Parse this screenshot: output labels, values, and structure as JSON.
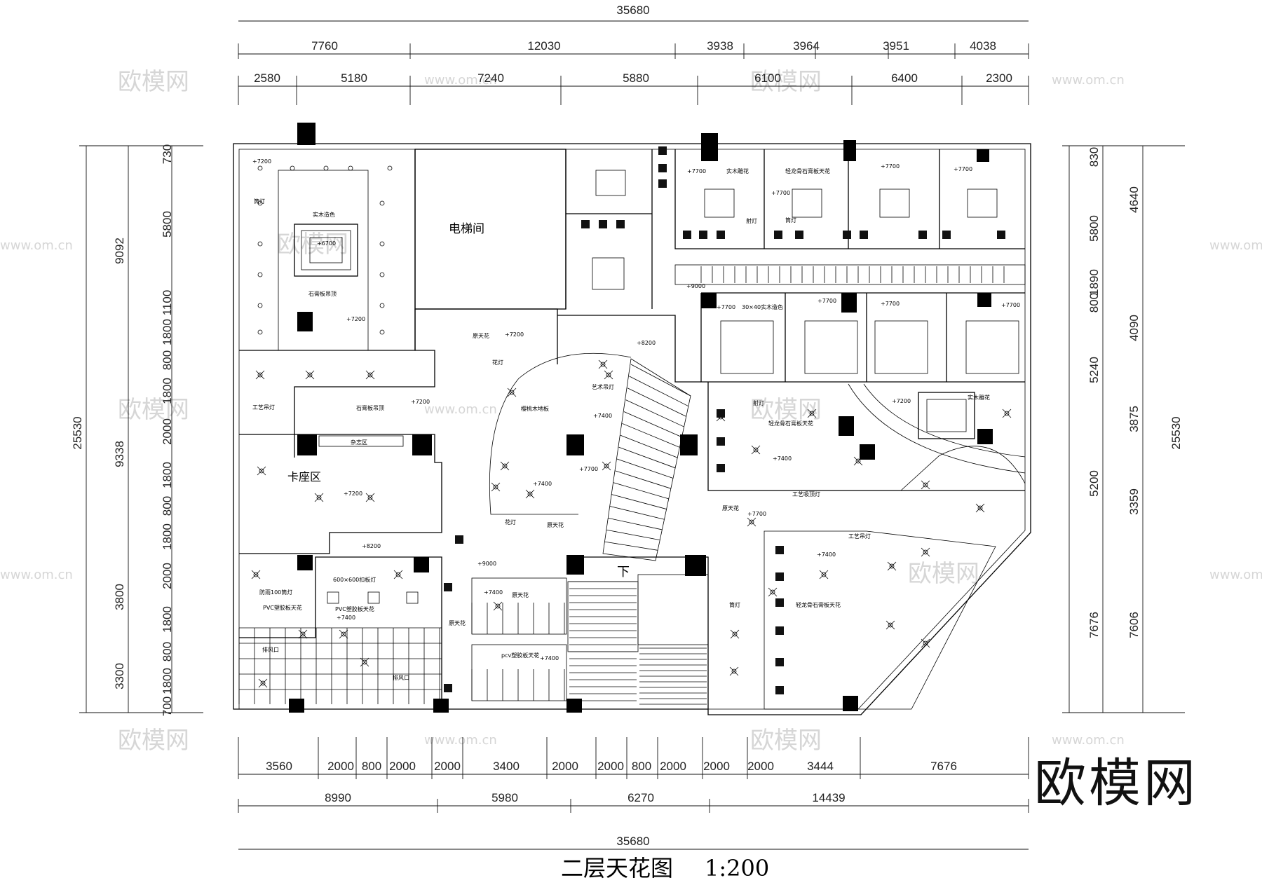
{
  "drawing": {
    "title": "二层天花图",
    "scale": "1:200",
    "brand_logo": "欧模网"
  },
  "watermarks": {
    "text": "欧模网",
    "url": "www.om.cn"
  },
  "dimensions": {
    "top_total": "35680",
    "top_row1": [
      "7760",
      "12030",
      "3938",
      "3964",
      "3951",
      "4038"
    ],
    "top_row2": [
      "2580",
      "5180",
      "7240",
      "5880",
      "6100",
      "6400",
      "2300"
    ],
    "bottom_row1": [
      "3560",
      "2000",
      "800",
      "2000",
      "2000",
      "3400",
      "2000",
      "2000",
      "800",
      "2000",
      "2000",
      "2000",
      "3444",
      "7676"
    ],
    "bottom_row2": [
      "8990",
      "5980",
      "6270",
      "14439"
    ],
    "bottom_total": "35680",
    "left_total": "25530",
    "left_mid": [
      "9092",
      "9338",
      "3800",
      "3300"
    ],
    "left_inner": [
      "730",
      "5800",
      "1100",
      "1800",
      "800",
      "1800",
      "2000",
      "1800",
      "800",
      "1800",
      "2000",
      "1800",
      "800",
      "1800",
      "700"
    ],
    "right_inner": [
      "830",
      "5800",
      "1890",
      "800",
      "5240",
      "5200",
      "7676"
    ],
    "right_mid": [
      "4640",
      "4090",
      "3875",
      "3359",
      "7606"
    ],
    "right_total": "25530"
  },
  "rooms": {
    "elevator": "电梯间",
    "booth": "卡座区",
    "storage": "杂志区",
    "down": "下"
  },
  "ceiling_notes": {
    "n1": "+7200",
    "n2": "+6700",
    "n3": "+7700",
    "n4": "+7400",
    "n5": "+8200",
    "n6": "+9000",
    "n7": "石膏板吊顶",
    "n8": "实木造色",
    "n9": "原天花",
    "n10": "花灯",
    "n11": "艺术吊灯",
    "n12": "樱桃木地板",
    "n13": "工艺吊灯",
    "n14": "轻龙骨石膏板天花",
    "n15": "PVC塑胶板天花",
    "n16": "600×600扣板灯",
    "n17": "防雨100筒灯",
    "n18": "排风口",
    "n19": "实木雕花",
    "n20": "筒灯",
    "n21": "射灯",
    "n22": "30×40实木造色",
    "n23": "工艺吸顶灯",
    "n24": "pcv塑胶板天花"
  }
}
